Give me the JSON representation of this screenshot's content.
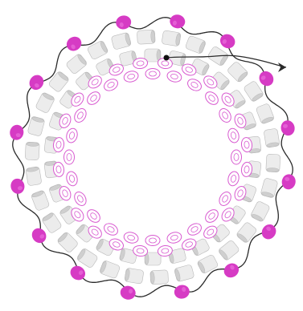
{
  "diagram": {
    "description_free": true,
    "rings": {
      "pink_bead_count": 16,
      "outer_gray_tube_count": 30,
      "middle_gray_tube_count": 26,
      "inner_pink_ring_count": 24,
      "inner_ring_has_second_row": true
    },
    "colors": {
      "background": "#ffffff",
      "pink_bead": "#d63bc4",
      "pink_bead_highlight": "#f07ee4",
      "gray_tube_fill": "#ececec",
      "gray_tube_shade": "#cfcfcf",
      "gray_tube_stroke": "#b9b9b9",
      "pink_ring_stroke": "#d85ad0",
      "pink_ring_fill": "#ffffff",
      "thread": "#2a2a2a",
      "start_dot": "#111111"
    },
    "thread": {
      "has_start_dot": true,
      "has_arrowhead": true,
      "wave_count": 16
    }
  }
}
